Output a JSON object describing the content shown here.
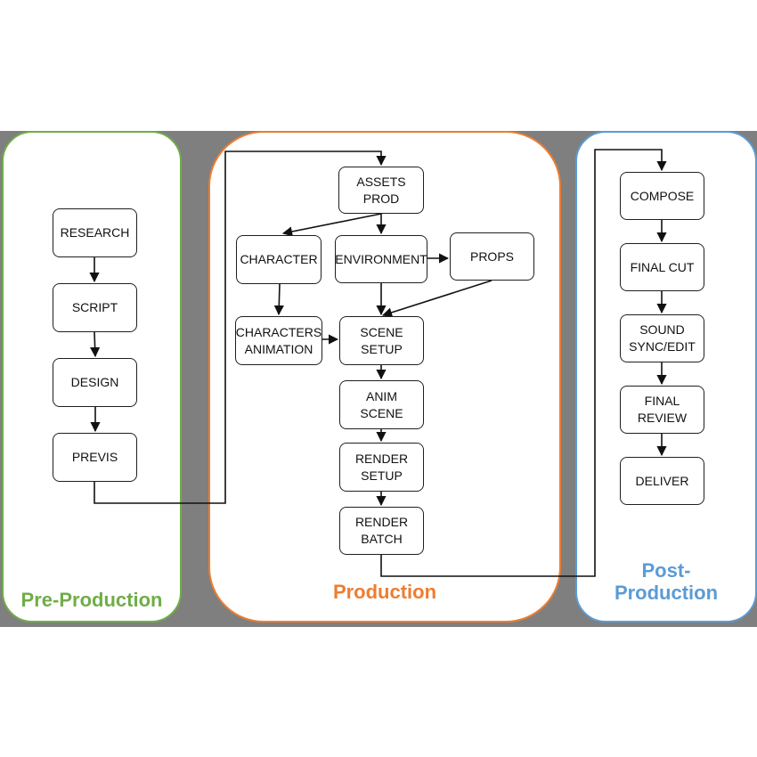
{
  "stages": {
    "pre": {
      "title": "Pre-Production",
      "color": "#70ad47"
    },
    "production": {
      "title": "Production",
      "color": "#ed7d31"
    },
    "post": {
      "title": "Post-\nProduction",
      "color": "#5b9bd5"
    }
  },
  "nodes": {
    "research": "RESEARCH",
    "script": "SCRIPT",
    "design": "DESIGN",
    "previs": "PREVIS",
    "assets_prod": "ASSETS PROD",
    "character": "CHARACTER",
    "environment": "ENVIRONMENT",
    "props": "PROPS",
    "characters_animation": "CHARACTERS\nANIMATION",
    "scene_setup": "SCENE\nSETUP",
    "anim_scene": "ANIM\nSCENE",
    "render_setup": "RENDER\nSETUP",
    "render_batch": "RENDER\nBATCH",
    "compose": "COMPOSE",
    "final_cut": "FINAL CUT",
    "sound_sync_edit": "SOUND\nSYNC/EDIT",
    "final_review": "FINAL\nREVIEW",
    "deliver": "DELIVER"
  },
  "edges": [
    [
      "research",
      "script"
    ],
    [
      "script",
      "design"
    ],
    [
      "design",
      "previs"
    ],
    [
      "previs",
      "assets_prod"
    ],
    [
      "assets_prod",
      "character"
    ],
    [
      "assets_prod",
      "environment"
    ],
    [
      "environment",
      "props"
    ],
    [
      "character",
      "characters_animation"
    ],
    [
      "characters_animation",
      "scene_setup"
    ],
    [
      "environment",
      "scene_setup"
    ],
    [
      "props",
      "scene_setup"
    ],
    [
      "scene_setup",
      "anim_scene"
    ],
    [
      "anim_scene",
      "render_setup"
    ],
    [
      "render_setup",
      "render_batch"
    ],
    [
      "render_batch",
      "compose"
    ],
    [
      "compose",
      "final_cut"
    ],
    [
      "final_cut",
      "sound_sync_edit"
    ],
    [
      "sound_sync_edit",
      "final_review"
    ],
    [
      "final_review",
      "deliver"
    ]
  ]
}
